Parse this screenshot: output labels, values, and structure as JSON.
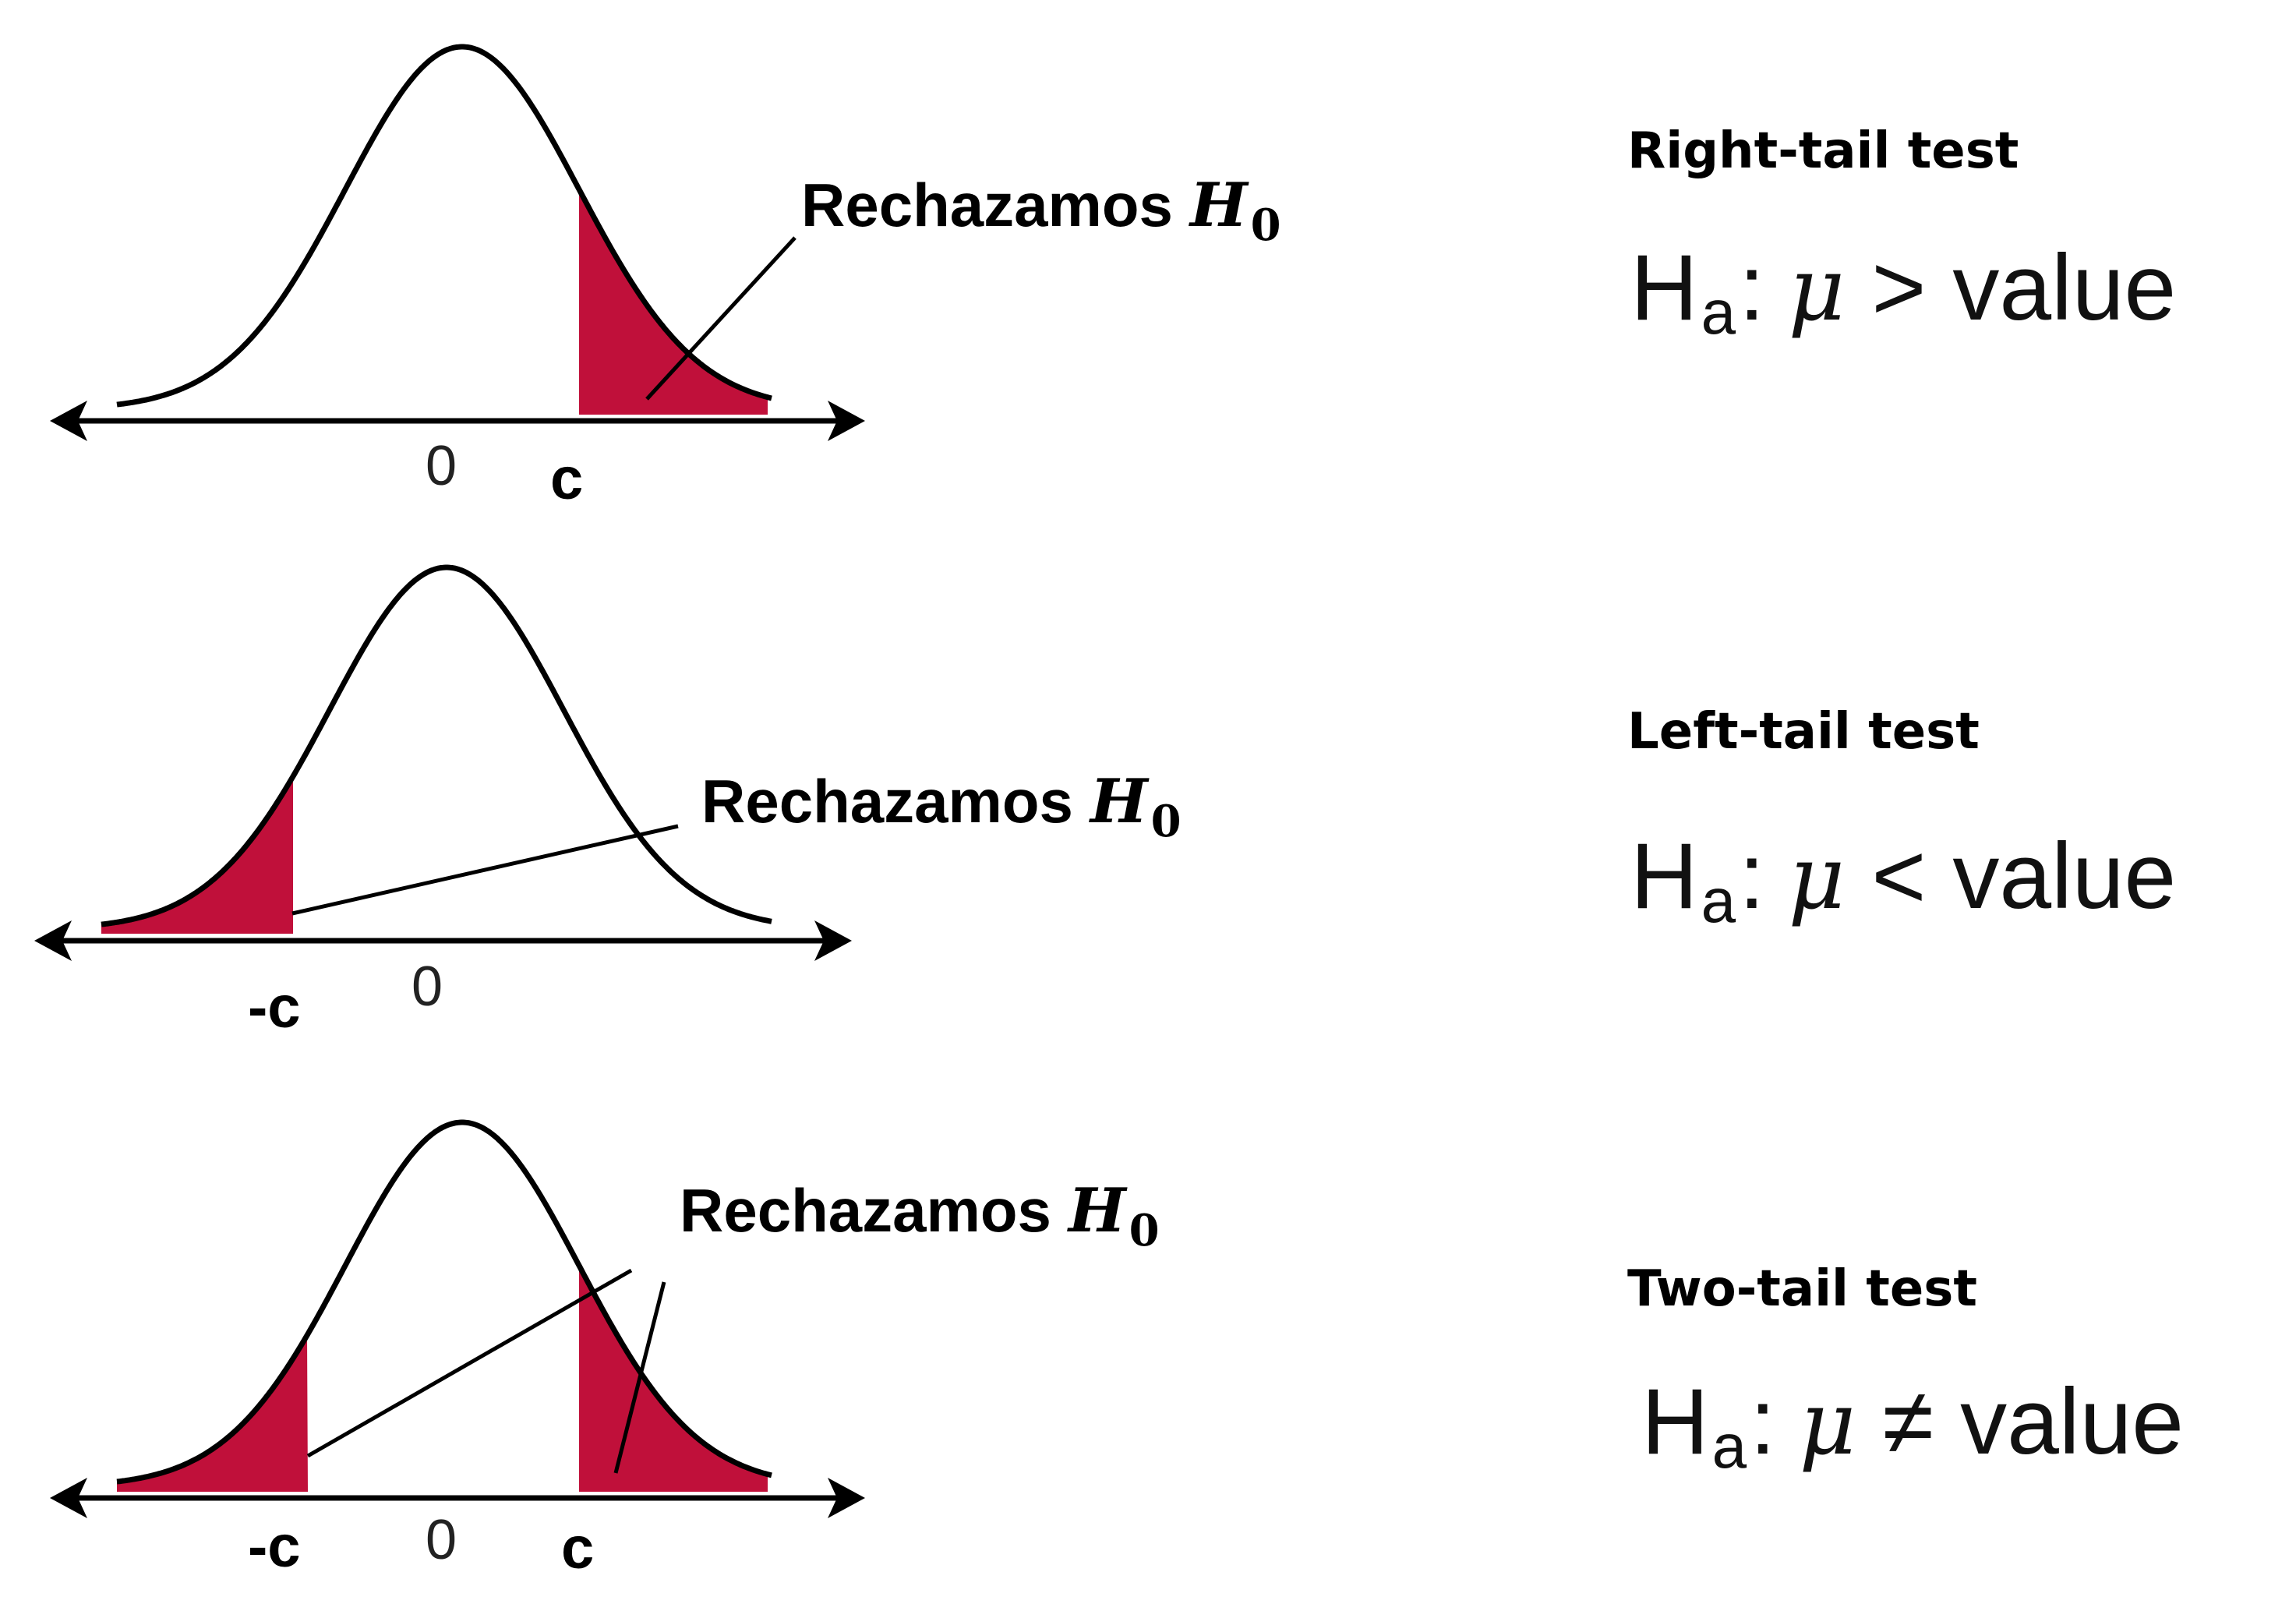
{
  "tail_color": "#c0103a",
  "panels": [
    {
      "id": "right",
      "reject_label": "Rechazamos",
      "reject_symbol": "H",
      "reject_subscript": "0",
      "zero_label": "0",
      "left_crit_label": "",
      "right_crit_label": "c",
      "test_title": "Right-tail test",
      "hyp_H": "H",
      "hyp_sub": "a",
      "hyp_colon": ":",
      "hyp_mu": "μ",
      "hyp_op": ">",
      "hyp_value": "value"
    },
    {
      "id": "left",
      "reject_label": "Rechazamos",
      "reject_symbol": "H",
      "reject_subscript": "0",
      "zero_label": "0",
      "left_crit_label": "-c",
      "right_crit_label": "",
      "test_title": "Left-tail test",
      "hyp_H": "H",
      "hyp_sub": "a",
      "hyp_colon": ":",
      "hyp_mu": "μ",
      "hyp_op": "<",
      "hyp_value": "value"
    },
    {
      "id": "two",
      "reject_label": "Rechazamos",
      "reject_symbol": "H",
      "reject_subscript": "0",
      "zero_label": "0",
      "left_crit_label": "-c",
      "right_crit_label": "c",
      "test_title": "Two-tail test",
      "hyp_H": "H",
      "hyp_sub": "a",
      "hyp_colon": ":",
      "hyp_mu": "μ",
      "hyp_op": "≠",
      "hyp_value": "value"
    }
  ]
}
